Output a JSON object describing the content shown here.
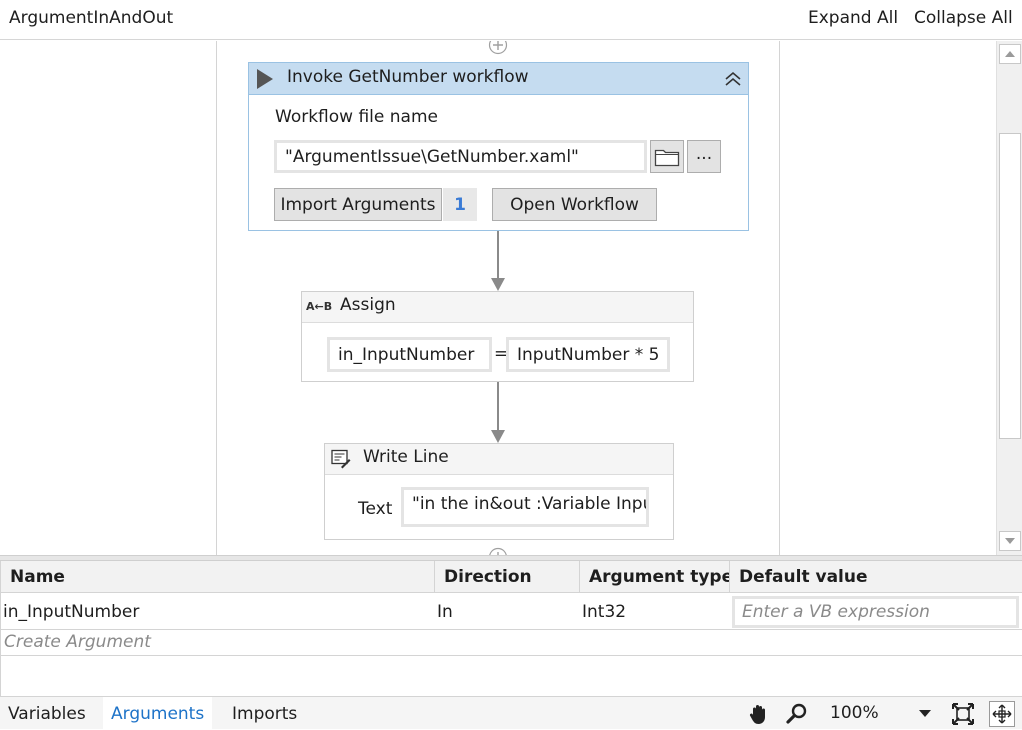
{
  "header": {
    "title": "ArgumentInAndOut",
    "expand_all": "Expand All",
    "collapse_all": "Collapse All"
  },
  "designer": {
    "invoke": {
      "title": "Invoke GetNumber workflow",
      "file_label": "Workflow file name",
      "file_value": "\"ArgumentIssue\\GetNumber.xaml\"",
      "browse_more": "...",
      "import_arguments": "Import Arguments",
      "import_count": "1",
      "open_workflow": "Open Workflow"
    },
    "assign": {
      "icon_text": "A←B",
      "title": "Assign",
      "to": "in_InputNumber",
      "equals": "=",
      "value": "InputNumber * 5"
    },
    "writeline": {
      "title": "Write Line",
      "text_label": "Text",
      "text_value": "\"in the in&out :Variable InputNumber\""
    }
  },
  "arguments_grid": {
    "columns": [
      "Name",
      "Direction",
      "Argument type",
      "Default value"
    ],
    "rows": [
      {
        "name": "in_InputNumber",
        "direction": "In",
        "type": "Int32",
        "default_placeholder": "Enter a VB expression"
      }
    ],
    "create_label": "Create Argument"
  },
  "bottom_bar": {
    "tabs": [
      "Variables",
      "Arguments",
      "Imports"
    ],
    "active_tab": "Arguments",
    "zoom": "100%"
  },
  "colors": {
    "invoke_header": "#c5dcf0",
    "accent": "#1e73c8",
    "count_blue": "#3a7bd5"
  }
}
